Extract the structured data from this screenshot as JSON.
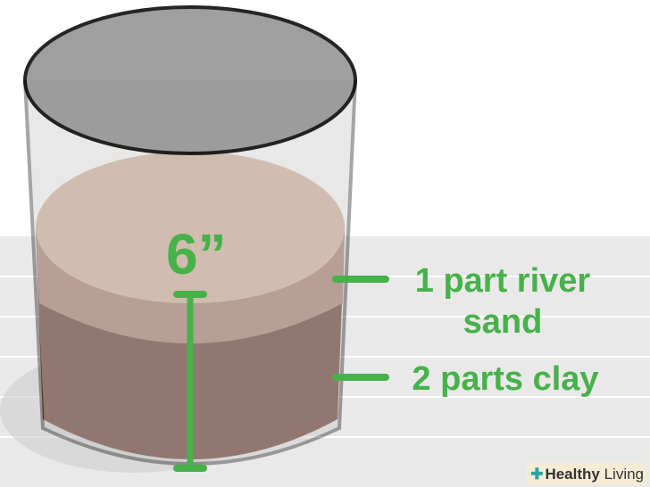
{
  "measurement": "6”",
  "labels": {
    "top_layer": "1 part river sand",
    "bottom_layer": "2 parts clay"
  },
  "logo": {
    "bold": "Healthy",
    "rest": " Living"
  },
  "colors": {
    "accent": "#47b14a",
    "sand": "#dcbca7",
    "sand_side": "#b58f80",
    "clay": "#7b5048"
  }
}
